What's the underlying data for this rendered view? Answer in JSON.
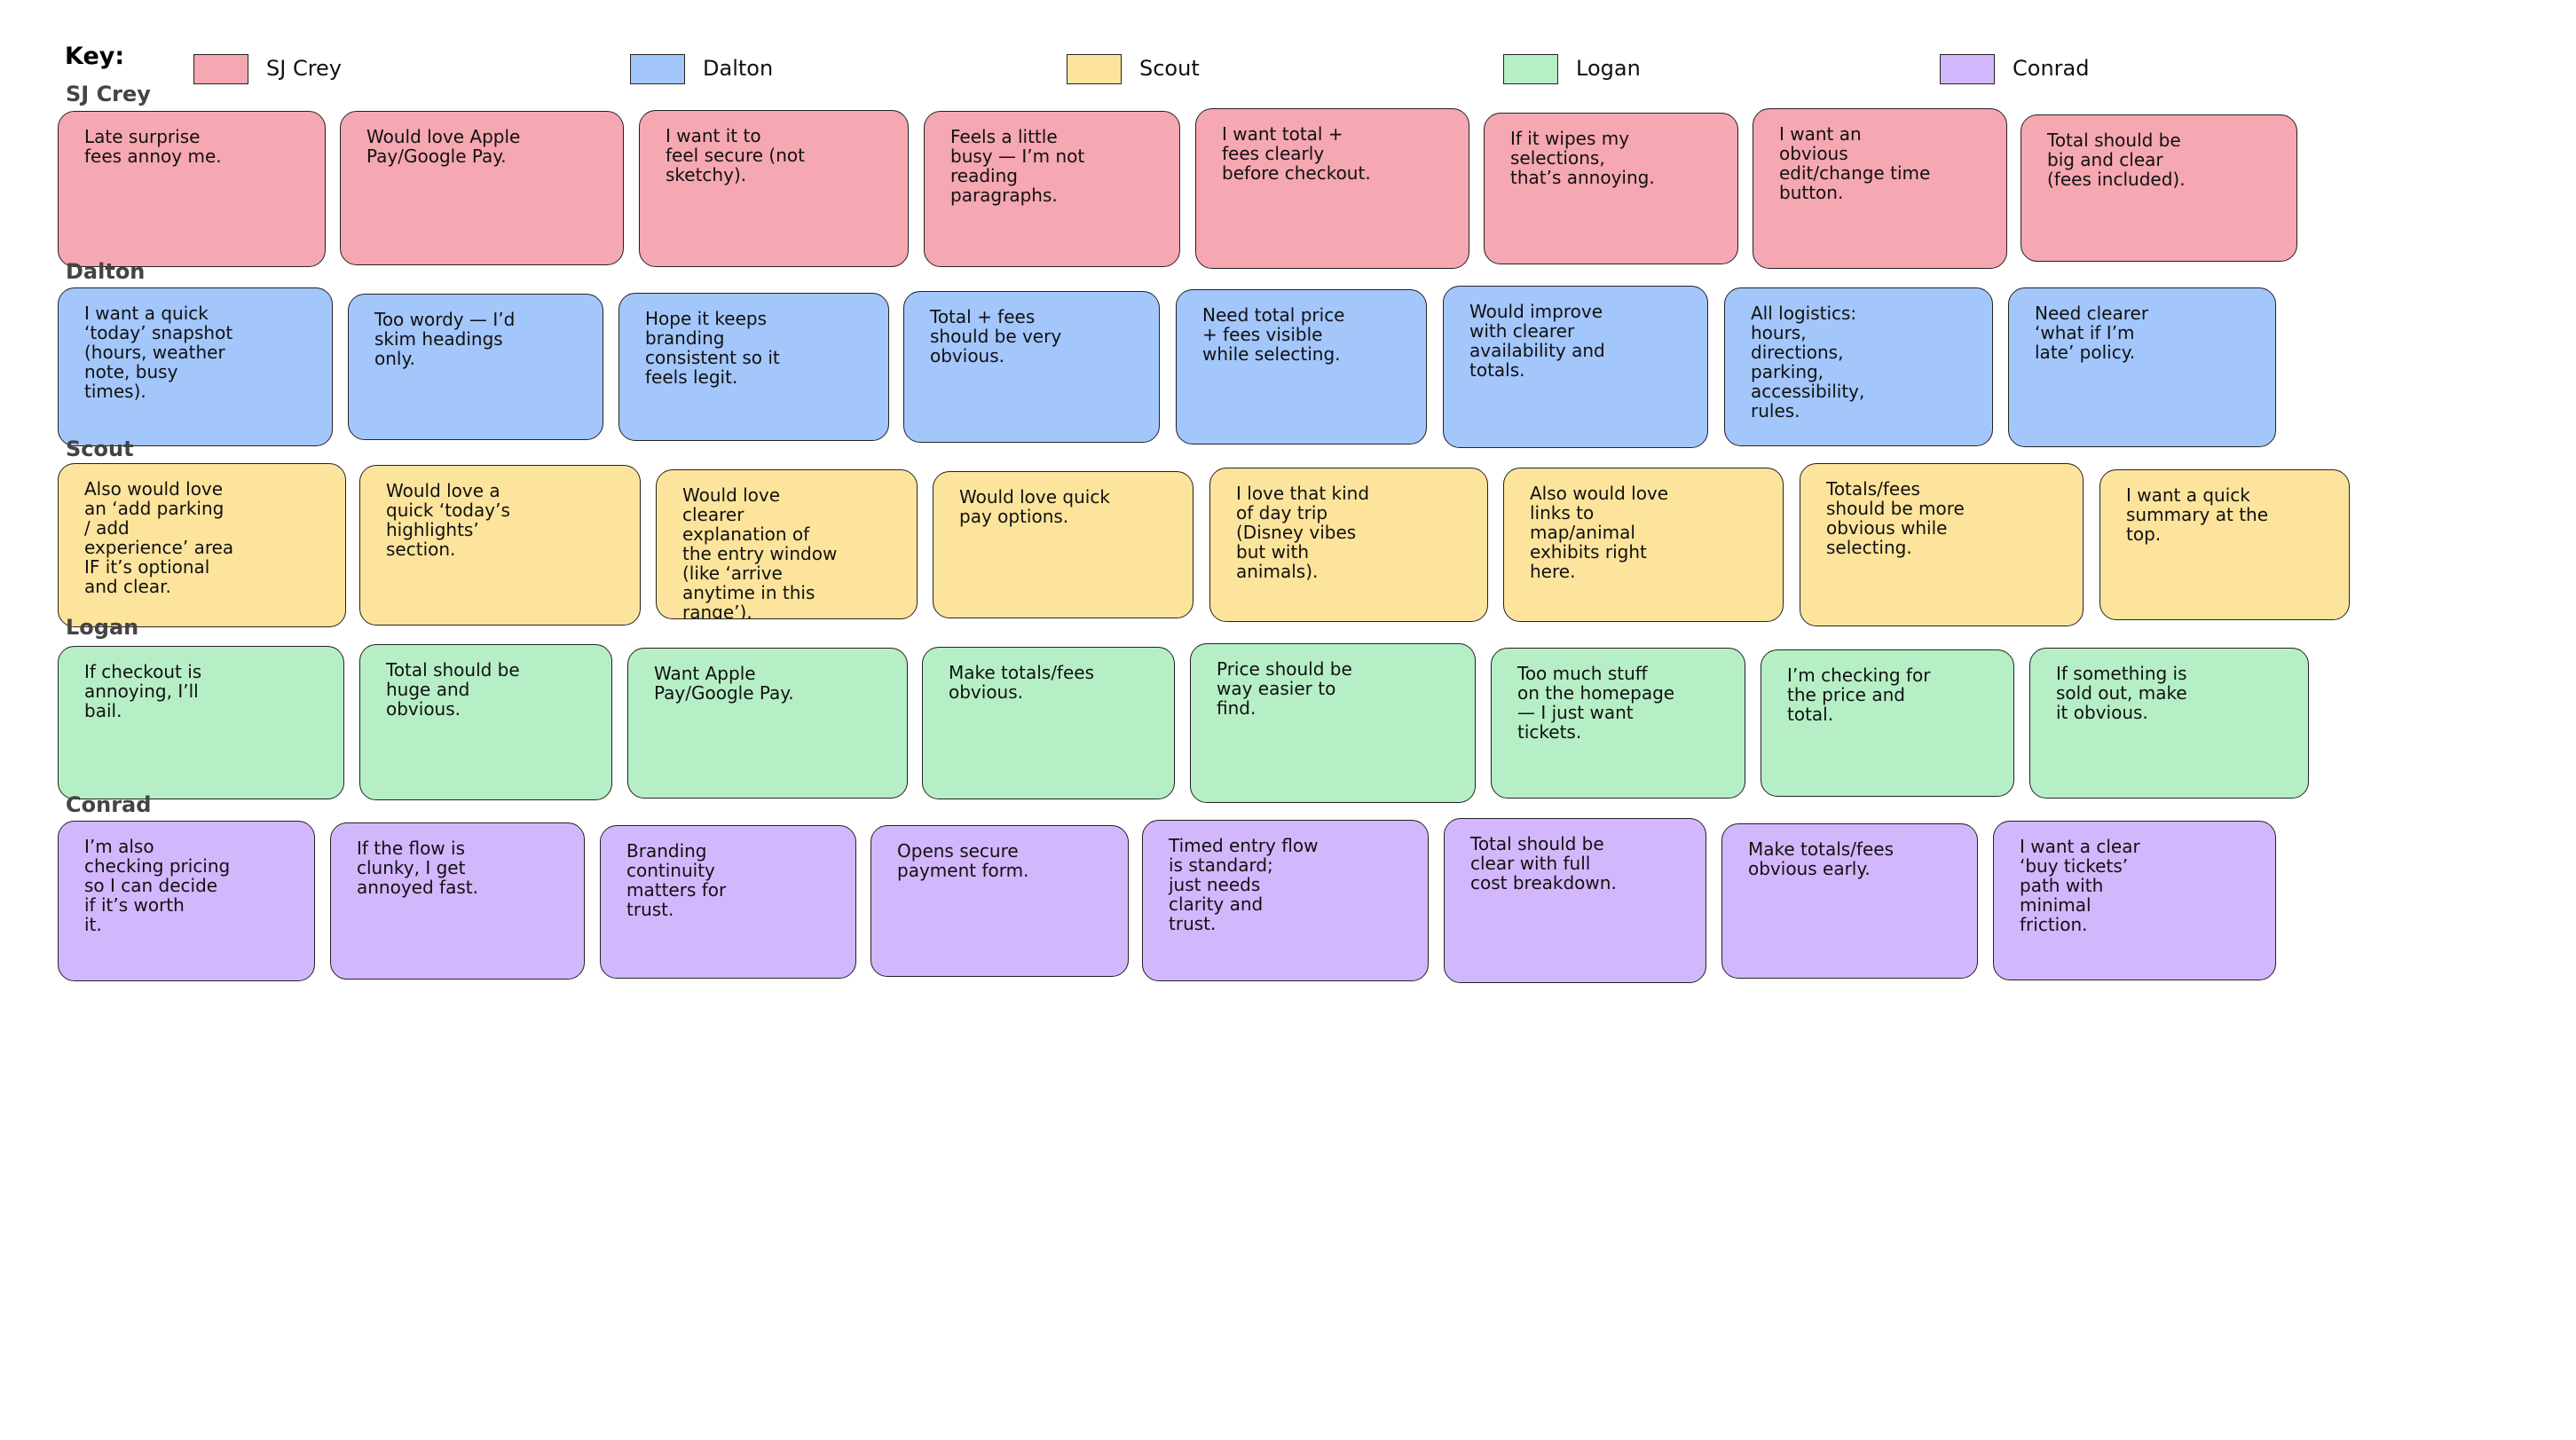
{
  "key_title": "Key:",
  "legend": [
    {
      "name": "SJ Crey",
      "color": "#f5a7b2"
    },
    {
      "name": "Dalton",
      "color": "#a3c6fb"
    },
    {
      "name": "Scout",
      "color": "#fde49c"
    },
    {
      "name": "Logan",
      "color": "#b6efc6"
    },
    {
      "name": "Conrad",
      "color": "#d3b7fc"
    }
  ],
  "rows": [
    {
      "label": "SJ Crey",
      "color": "#f5a7b2",
      "notes": [
        "Late surprise\nfees annoy me.",
        "Would love Apple\nPay/Google Pay.",
        "I want it to\nfeel secure (not\nsketchy).",
        "Feels a little\nbusy — I’m not\nreading\nparagraphs.",
        "I want total +\nfees clearly\nbefore checkout.",
        "If it wipes my\nselections,\nthat’s annoying.",
        "I want an\nobvious\nedit/change time\nbutton.",
        "Total should be\nbig and clear\n(fees included)."
      ]
    },
    {
      "label": "Dalton",
      "color": "#a3c6fb",
      "notes": [
        "I want a quick\n‘today’ snapshot\n(hours, weather\nnote, busy\ntimes).",
        "Too wordy — I’d\nskim headings\nonly.",
        "Hope it keeps\nbranding\nconsistent so it\nfeels legit.",
        "Total + fees\nshould be very\nobvious.",
        "Need total price\n+ fees visible\nwhile selecting.",
        "Would improve\nwith clearer\navailability and\ntotals.",
        "All logistics:\nhours,\ndirections,\nparking,\naccessibility,\nrules.",
        "Need clearer\n‘what if I’m\nlate’ policy."
      ]
    },
    {
      "label": "Scout",
      "color": "#fde49c",
      "notes": [
        "Also would love\nan ‘add parking\n/ add\nexperience’ area\nIF it’s optional\nand clear.",
        "Would love a\nquick ‘today’s\nhighlights’\nsection.",
        "Would love\nclearer\nexplanation of\nthe entry window\n(like ‘arrive\nanytime in this\nrange’).",
        "Would love quick\npay options.",
        "I love that kind\nof day trip\n(Disney vibes\nbut with\nanimals).",
        "Also would love\nlinks to\nmap/animal\nexhibits right\nhere.",
        "Totals/fees\nshould be more\nobvious while\nselecting.",
        "I want a quick\nsummary at the\ntop."
      ]
    },
    {
      "label": "Logan",
      "color": "#b6efc6",
      "notes": [
        "If checkout is\nannoying, I’ll\nbail.",
        "Total should be\nhuge and\nobvious.",
        "Want Apple\nPay/Google Pay.",
        "Make totals/fees\nobvious.",
        "Price should be\nway easier to\nfind.",
        "Too much stuff\non the homepage\n— I just want\ntickets.",
        "I’m checking for\nthe price and\ntotal.",
        "If something is\nsold out, make\nit obvious."
      ]
    },
    {
      "label": "Conrad",
      "color": "#d3b7fc",
      "notes": [
        "I’m also\nchecking pricing\nso I can decide\nif it’s worth\nit.",
        "If the flow is\nclunky, I get\nannoyed fast.",
        "Branding\ncontinuity\nmatters for\ntrust.",
        "Opens secure\npayment form.",
        "Timed entry flow\nis standard;\njust needs\nclarity and\ntrust.",
        "Total should be\nclear with full\ncost breakdown.",
        "Make totals/fees\nobvious early.",
        "I want a clear\n‘buy tickets’\npath with\nminimal\nfriction."
      ]
    }
  ]
}
